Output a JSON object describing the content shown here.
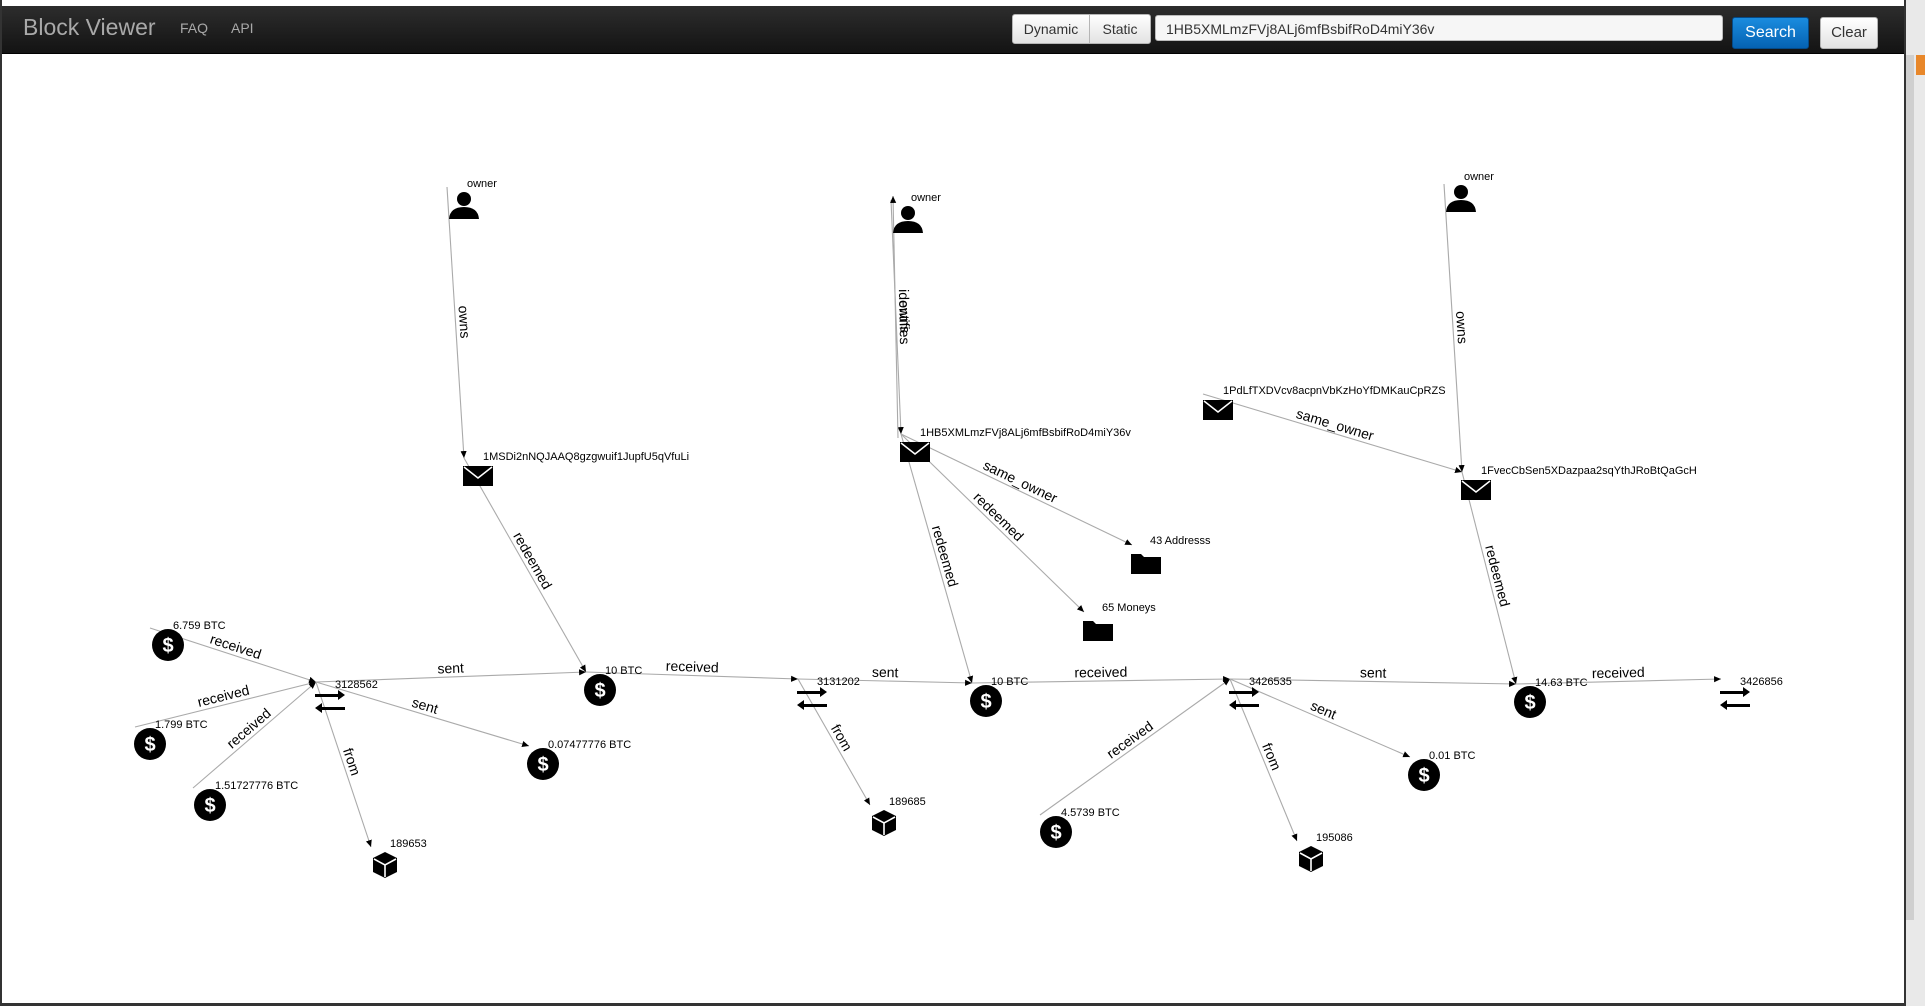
{
  "navbar": {
    "brand": "Block Viewer",
    "links": [
      "FAQ",
      "API"
    ],
    "toggle": [
      "Dynamic",
      "Static"
    ],
    "search_value": "1HB5XMLmzFVj8ALj6mfBsbifRoD4miY36v",
    "search_button": "Search",
    "clear_button": "Clear"
  },
  "graph": {
    "nodes": [
      {
        "id": "own1",
        "type": "person",
        "label": "owner"
      },
      {
        "id": "own2",
        "type": "person",
        "label": "owner"
      },
      {
        "id": "own3",
        "type": "person",
        "label": "owner"
      },
      {
        "id": "addr1",
        "type": "address",
        "label": "1MSDi2nNQJAAQ8gzgwuif1JupfU5qVfuLi"
      },
      {
        "id": "addr2",
        "type": "address",
        "label": "1HB5XMLmzFVj8ALj6mfBsbifRoD4miY36v"
      },
      {
        "id": "addr3",
        "type": "address",
        "label": "1PdLfTXDVcv8acpnVbKzHoYfDMKauCpRZS"
      },
      {
        "id": "addr4",
        "type": "address",
        "label": "1FvecCbSen5XDazpaa2sqYthJRoBtQaGcH"
      },
      {
        "id": "fold1",
        "type": "folder",
        "label": "43 Addresss"
      },
      {
        "id": "fold2",
        "type": "folder",
        "label": "65 Moneys"
      },
      {
        "id": "tx1",
        "type": "tx",
        "label": "3128562"
      },
      {
        "id": "tx2",
        "type": "tx",
        "label": "3131202"
      },
      {
        "id": "tx3",
        "type": "tx",
        "label": "3426535"
      },
      {
        "id": "tx4",
        "type": "tx",
        "label": "3426856"
      },
      {
        "id": "m1",
        "type": "money",
        "label": "6.759 BTC"
      },
      {
        "id": "m2",
        "type": "money",
        "label": "1.799 BTC"
      },
      {
        "id": "m3",
        "type": "money",
        "label": "1.51727776 BTC"
      },
      {
        "id": "m4",
        "type": "money",
        "label": "10 BTC"
      },
      {
        "id": "m5",
        "type": "money",
        "label": "0.07477776 BTC"
      },
      {
        "id": "m6",
        "type": "money",
        "label": "10 BTC"
      },
      {
        "id": "m7",
        "type": "money",
        "label": "4.5739 BTC"
      },
      {
        "id": "m8",
        "type": "money",
        "label": "0.01 BTC"
      },
      {
        "id": "m9",
        "type": "money",
        "label": "14.63 BTC"
      },
      {
        "id": "b1",
        "type": "block",
        "label": "189653"
      },
      {
        "id": "b2",
        "type": "block",
        "label": "189685"
      },
      {
        "id": "b3",
        "type": "block",
        "label": "195086"
      }
    ],
    "edges": [
      {
        "from": "own1",
        "to": "addr1",
        "label": "owns"
      },
      {
        "from": "own2",
        "to": "addr2",
        "label": "owns"
      },
      {
        "from": "own2",
        "to": "addr2",
        "label": "identifies"
      },
      {
        "from": "own3",
        "to": "addr4",
        "label": "owns"
      },
      {
        "from": "addr1",
        "to": "m4",
        "label": "redeemed"
      },
      {
        "from": "addr2",
        "to": "fold1",
        "label": "same_owner"
      },
      {
        "from": "addr2",
        "to": "fold2",
        "label": "redeemed"
      },
      {
        "from": "addr2",
        "to": "m6",
        "label": "redeemed"
      },
      {
        "from": "addr3",
        "to": "addr4",
        "label": "same_owner"
      },
      {
        "from": "addr4",
        "to": "m9",
        "label": "redeemed"
      },
      {
        "from": "m1",
        "to": "tx1",
        "label": "received"
      },
      {
        "from": "m2",
        "to": "tx1",
        "label": "received"
      },
      {
        "from": "m3",
        "to": "tx1",
        "label": "received"
      },
      {
        "from": "tx1",
        "to": "m4",
        "label": "sent"
      },
      {
        "from": "tx1",
        "to": "m5",
        "label": "sent"
      },
      {
        "from": "tx1",
        "to": "b1",
        "label": "from"
      },
      {
        "from": "m4",
        "to": "tx2",
        "label": "received"
      },
      {
        "from": "tx2",
        "to": "m6",
        "label": "sent"
      },
      {
        "from": "tx2",
        "to": "b2",
        "label": "from"
      },
      {
        "from": "m6",
        "to": "tx3",
        "label": "received"
      },
      {
        "from": "m7",
        "to": "tx3",
        "label": "received"
      },
      {
        "from": "tx3",
        "to": "m9",
        "label": "sent"
      },
      {
        "from": "tx3",
        "to": "m8",
        "label": "sent"
      },
      {
        "from": "tx3",
        "to": "b3",
        "label": "from"
      },
      {
        "from": "m9",
        "to": "tx4",
        "label": "received"
      }
    ]
  }
}
